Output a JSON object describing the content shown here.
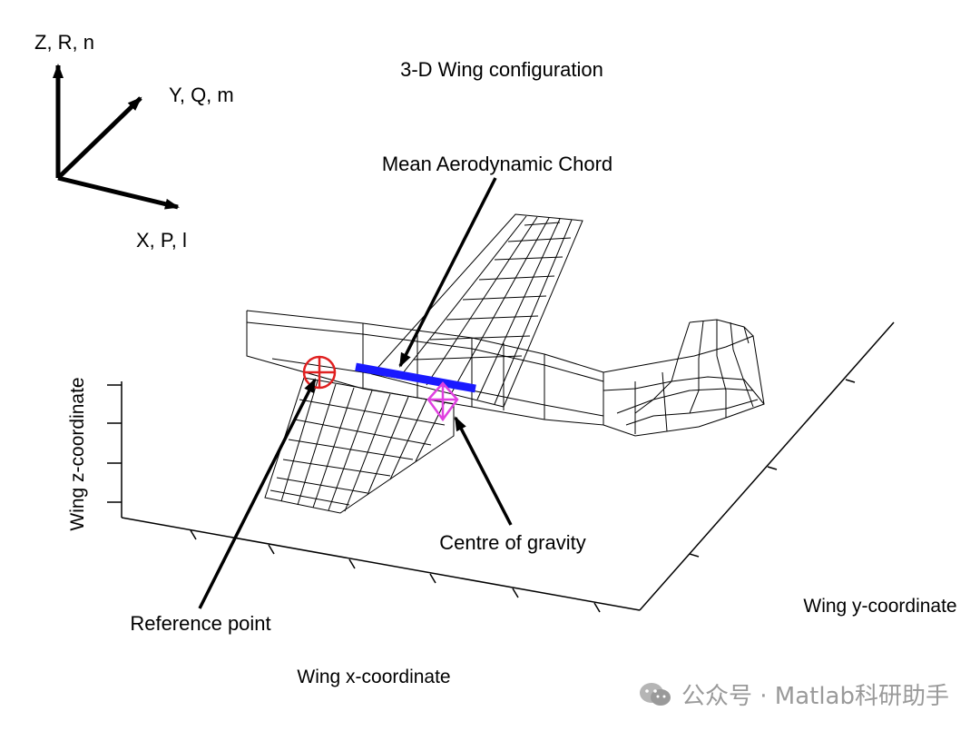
{
  "title": "3-D Wing configuration",
  "axes_triad": {
    "z_label": "Z, R, n",
    "y_label": "Y, Q, m",
    "x_label": "X, P, l"
  },
  "axis_labels": {
    "x": "Wing x-coordinate",
    "y": "Wing y-coordinate",
    "z": "Wing z-coordinate"
  },
  "annotations": {
    "mac": "Mean Aerodynamic Chord",
    "cg": "Centre of gravity",
    "ref": "Reference point"
  },
  "colors": {
    "reference_point": "#e02020",
    "mac": "#1a1aff",
    "centre_of_gravity": "#e040e0",
    "wireframe": "#000000"
  },
  "watermark": {
    "icon": "wechat-icon",
    "text": "公众号 · Matlab科研助手"
  }
}
